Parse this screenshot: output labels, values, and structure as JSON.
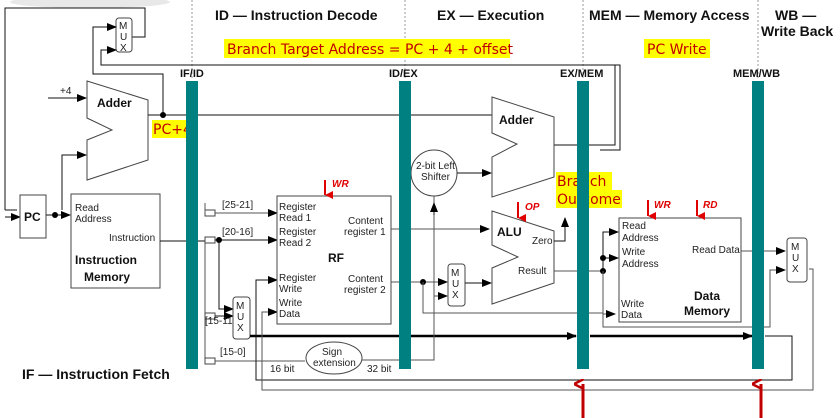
{
  "stages": {
    "if": "IF — Instruction Fetch",
    "id": "ID — Instruction Decode",
    "ex": "EX — Execution",
    "mem": "MEM — Memory Access",
    "wb_line1": "WB —",
    "wb_line2": "Write Back"
  },
  "pipeline_registers": [
    "IF/ID",
    "ID/EX",
    "EX/MEM",
    "MEM/WB"
  ],
  "highlights": {
    "branch_target": "Branch Target Address = PC + 4 + offset",
    "pc_write": "PC Write",
    "pc_plus_4": "PC+4",
    "branch_outcome_line1": "Branch",
    "branch_outcome_line2": "Outcome"
  },
  "colors": {
    "pipeline_register": "#008080",
    "highlight_bg": "#ffff00",
    "highlight_text": "#c00000",
    "control_signal": "#e00000",
    "arrow_dark_red": "#c00000"
  },
  "blocks": {
    "pc": "PC",
    "mux": [
      "M",
      "U",
      "X"
    ],
    "adder_if": "Adder",
    "adder_ex": "Adder",
    "plus4": "+4",
    "imem": {
      "read_address_1": "Read",
      "read_address_2": "Address",
      "instruction": "Instruction",
      "title1": "Instruction",
      "title2": "Memory"
    },
    "rf": {
      "title": "RF",
      "wr": "WR",
      "reg_read1_a": "Register",
      "reg_read1_b": "Read 1",
      "reg_read2_a": "Register",
      "reg_read2_b": "Read 2",
      "reg_write_a": "Register",
      "reg_write_b": "Write",
      "write_data_a": "Write",
      "write_data_b": "Data",
      "content1_a": "Content",
      "content1_b": "register 1",
      "content2_a": "Content",
      "content2_b": "register 2"
    },
    "bits": {
      "b25_21": "[25-21]",
      "b20_16": "[20-16]",
      "b15_11": "[15-11]",
      "b15_0": "[15-0]",
      "sixteen": "16 bit",
      "thirtytwo": "32 bit"
    },
    "sign_ext": [
      "Sign",
      "extension"
    ],
    "shifter": [
      "2-bit Left",
      "Shifter"
    ],
    "alu": {
      "title": "ALU",
      "op": "OP",
      "zero": "Zero",
      "result": "Result"
    },
    "dmem": {
      "wr": "WR",
      "rd": "RD",
      "read_addr_a": "Read",
      "read_addr_b": "Address",
      "write_addr_a": "Write",
      "write_addr_b": "Address",
      "write_data_a": "Write",
      "write_data_b": "Data",
      "read_data": "Read Data",
      "title1": "Data",
      "title2": "Memory"
    }
  }
}
